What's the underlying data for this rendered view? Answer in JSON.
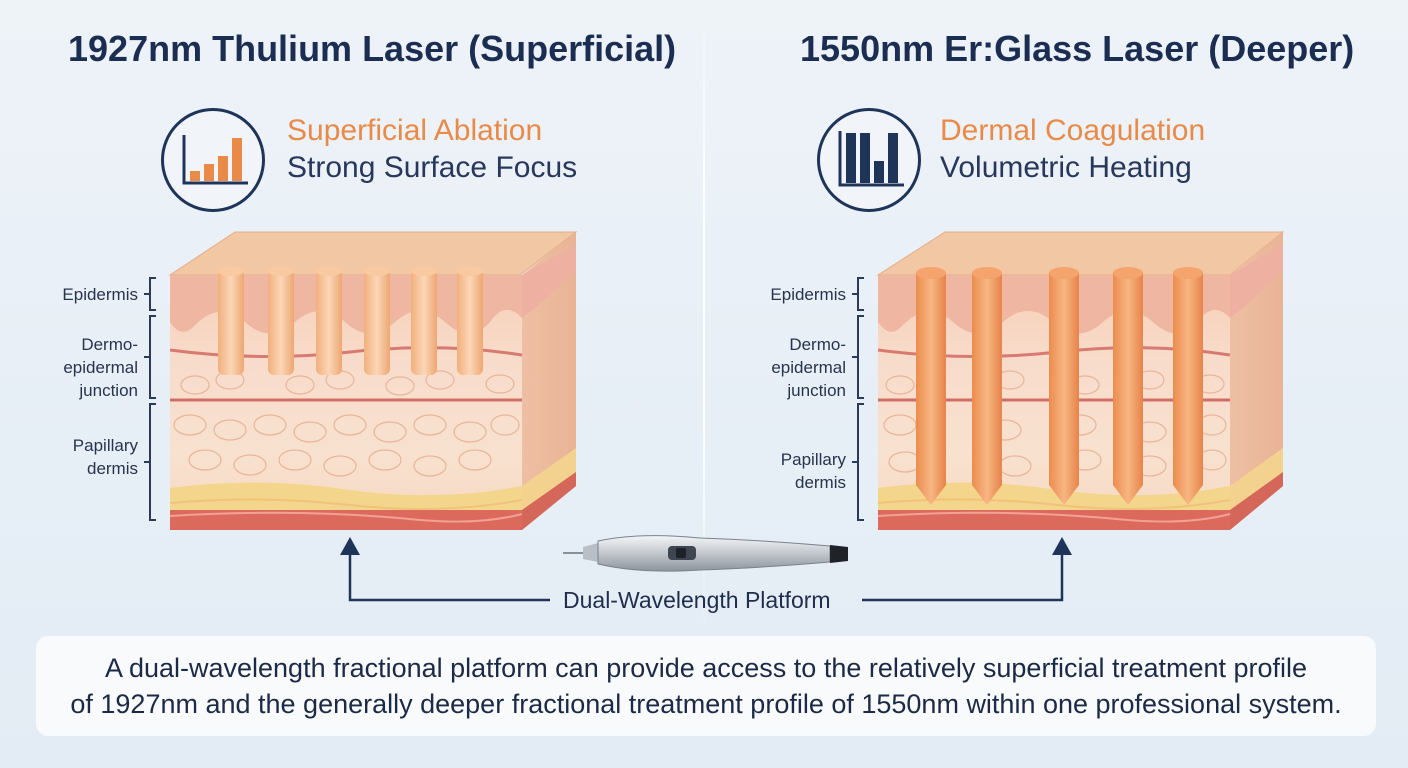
{
  "left_panel": {
    "title": "1927nm Thulium Laser (Superficial)",
    "icon": "bar-chart-rising-icon",
    "subtitle_primary": "Superficial Ablation",
    "subtitle_secondary": "Strong Surface Focus"
  },
  "right_panel": {
    "title": "1550nm Er:Glass Laser (Deeper)",
    "icon": "bar-chart-uniform-icon",
    "subtitle_primary": "Dermal Coagulation",
    "subtitle_secondary": "Volumetric Heating"
  },
  "layers": {
    "epidermis": "Epidermis",
    "dej_line1": "Dermo-",
    "dej_line2": "epidermal",
    "dej_line3": "junction",
    "papillary_line1": "Papillary",
    "papillary_line2": "dermis"
  },
  "platform": {
    "label": "Dual-Wavelength Platform",
    "device_icon": "laser-handpiece-icon"
  },
  "caption": {
    "line1": "A dual-wavelength fractional platform can provide access to the relatively superficial treatment profile",
    "line2": "of 1927nm and the generally deeper fractional treatment profile of 1550nm within one professional system."
  },
  "colors": {
    "title": "#1b2e52",
    "accent_orange": "#e98a48",
    "navy": "#1e3559",
    "skin_top": "#f3c9a6",
    "dermis": "#f7d8c4",
    "fat_yellow": "#f4dc98",
    "vessel_red": "#d9544f"
  }
}
